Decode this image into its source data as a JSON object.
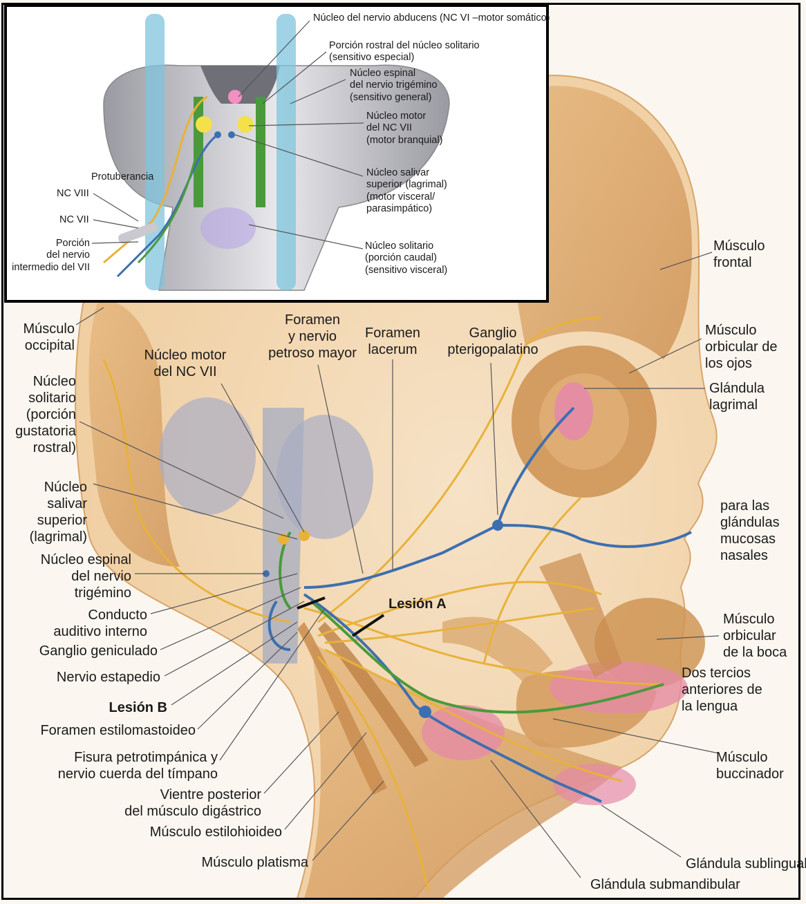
{
  "inset": {
    "abducens": [
      "Núcleo del nervio abducens (NC VI –motor somático)"
    ],
    "solitario_rostral": [
      "Porción rostral del núcleo solitario",
      "(sensitivo especial)"
    ],
    "espinal_trigemino": [
      "Núcleo espinal",
      "del nervio trigémino",
      "(sensitivo general)"
    ],
    "motor_vii": [
      "Núcleo motor",
      "del NC VII",
      "(motor branquial)"
    ],
    "salivar": [
      "Núcleo salivar",
      "superior (lagrimal)",
      "(motor visceral/",
      "parasimpático)"
    ],
    "solitario_caudal": [
      "Núcleo solitario",
      "(porción caudal)",
      "(sensitivo visceral)"
    ],
    "protuberancia": [
      "Protuberancia"
    ],
    "nc_viii": [
      "NC VIII"
    ],
    "nc_vii": [
      "NC VII"
    ],
    "intermedio": [
      "Porción",
      "del nervio",
      "intermedio del VII"
    ]
  },
  "main": {
    "occipital": [
      "Músculo",
      "occipital"
    ],
    "solitario_gust": [
      "Núcleo",
      "solitario",
      "(porción",
      "gustatoria",
      "rostral)"
    ],
    "salivar": [
      "Núcleo",
      "salivar",
      "superior",
      "(lagrimal)"
    ],
    "espinal": [
      "Núcleo espinal",
      "del nervio",
      "trigémino"
    ],
    "conducto": [
      "Conducto",
      "auditivo interno"
    ],
    "geniculado": [
      "Ganglio geniculado"
    ],
    "estapedio": [
      "Nervio estapedio"
    ],
    "lesion_b": [
      "Lesión B"
    ],
    "estilomastoideo": [
      "Foramen estilomastoideo"
    ],
    "cuerda": [
      "Fisura petrotimpánica y",
      "nervio cuerda del tímpano"
    ],
    "digastrico": [
      "Vientre posterior",
      "del músculo digástrico"
    ],
    "estilohioideo": [
      "Músculo estilohioideo"
    ],
    "platisma": [
      "Músculo platisma"
    ],
    "motor_vii": [
      "Núcleo motor",
      "del NC VII"
    ],
    "petroso": [
      "Foramen",
      "y nervio",
      "petroso mayor"
    ],
    "lacerum": [
      "Foramen",
      "lacerum"
    ],
    "pterigopalatino": [
      "Ganglio",
      "pterigopalatino"
    ],
    "lesion_a": [
      "Lesión A"
    ],
    "frontal": [
      "Músculo",
      "frontal"
    ],
    "orbicular_ojos": [
      "Músculo",
      "orbicular de",
      "los ojos"
    ],
    "lagrimal": [
      "Glándula",
      "lagrimal"
    ],
    "mucosas": [
      "para las",
      "glándulas",
      "mucosas",
      "nasales"
    ],
    "orbicular_boca": [
      "Músculo",
      "orbicular",
      "de la boca"
    ],
    "lengua": [
      "Dos tercios",
      "anteriores de",
      "la lengua"
    ],
    "buccinador": [
      "Músculo",
      "buccinador"
    ],
    "sublingual": [
      "Glándula sublingual"
    ],
    "submandibular": [
      "Glándula submandibular"
    ]
  },
  "colors": {
    "nerve_yellow": "#e8b23a",
    "nerve_blue": "#3d6fb0",
    "nerve_green": "#4a9a3c",
    "muscle": "#d9a86a",
    "gland": "#e58aa8",
    "brainstem": "#c9c9cf"
  }
}
